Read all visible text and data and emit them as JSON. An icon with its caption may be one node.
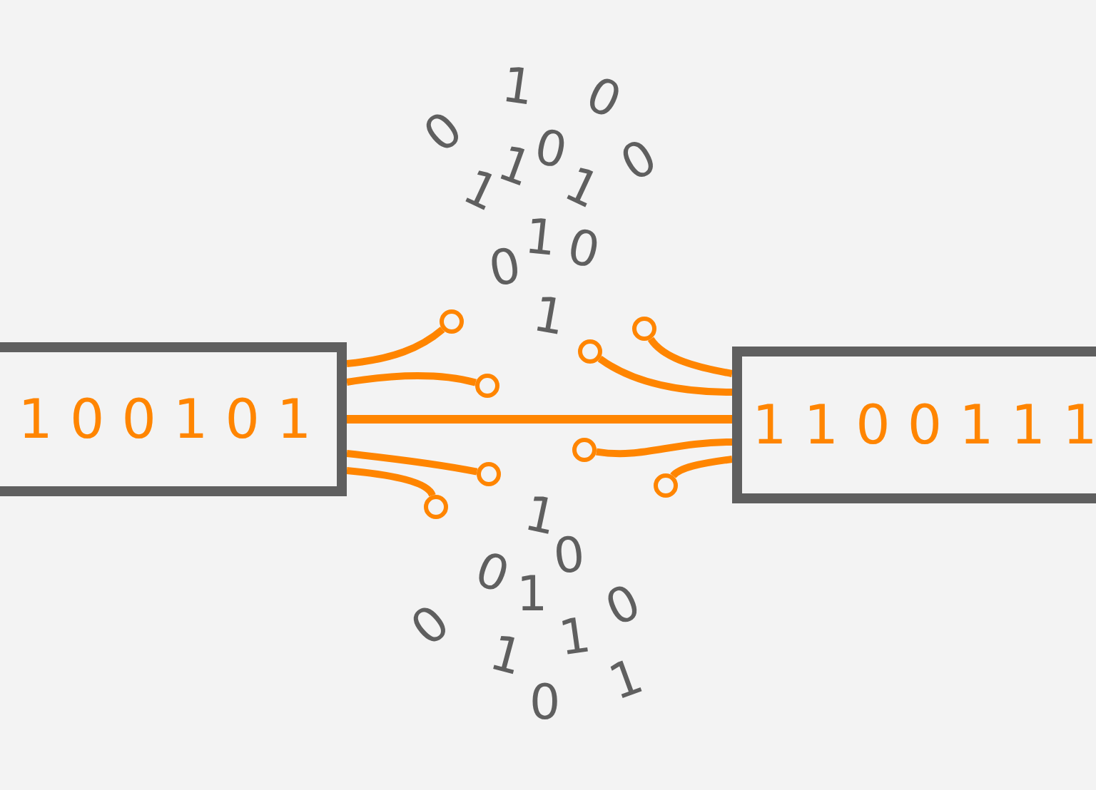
{
  "diagram": {
    "nodes": [
      {
        "text": [
          "1 0 0 1 0 1"
        ]
      },
      {
        "text": [
          "1 1 0 0 1 1 1"
        ]
      },
      {
        "text": [],
        "shape": "circle"
      },
      {
        "text": [],
        "shape": "circle"
      },
      {
        "text": [],
        "shape": "circle"
      },
      {
        "text": [],
        "shape": "circle"
      },
      {
        "text": [],
        "shape": "circle"
      },
      {
        "text": [],
        "shape": "circle"
      },
      {
        "text": [],
        "shape": "circle"
      },
      {
        "text": [],
        "shape": "circle"
      }
    ],
    "edges": [
      {
        "from": 0,
        "to": 1,
        "arrow": "none"
      },
      {
        "from": 0,
        "to": 2,
        "arrow": "none"
      },
      {
        "from": 0,
        "to": 3,
        "arrow": "none"
      },
      {
        "from": 0,
        "to": 4,
        "arrow": "none"
      },
      {
        "from": 0,
        "to": 5,
        "arrow": "none"
      },
      {
        "from": 1,
        "to": 6,
        "arrow": "none"
      },
      {
        "from": 1,
        "to": 7,
        "arrow": "none"
      },
      {
        "from": 1,
        "to": 8,
        "arrow": "none"
      },
      {
        "from": 1,
        "to": 9,
        "arrow": "none"
      }
    ],
    "labels": [
      "1",
      "0",
      "0",
      "0",
      "1",
      "1",
      "0",
      "1",
      "1",
      "0",
      "0",
      "1",
      "1",
      "0",
      "0",
      "1",
      "0",
      "0",
      "1",
      "1",
      "1",
      "0"
    ]
  }
}
